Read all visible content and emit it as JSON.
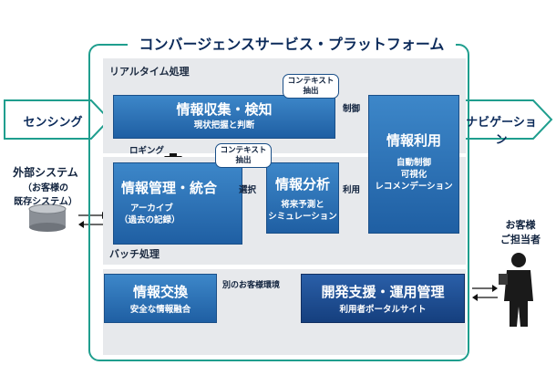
{
  "platform": {
    "title": "コンバージェンスサービス・プラットフォーム"
  },
  "bands": {
    "realtime": "リアルタイム処理",
    "batch": "バッチ処理"
  },
  "inputs": {
    "sensing": "センシング",
    "navigation": "ナビゲーション"
  },
  "external_system": {
    "title": "外部システム",
    "sub1": "（お客様の",
    "sub2": "既存システム）"
  },
  "customer": {
    "line1": "お客様",
    "line2": "ご担当者"
  },
  "boxes": {
    "collect": {
      "title": "情報収集・検知",
      "sub": "現状把握と判断"
    },
    "use": {
      "title": "情報利用",
      "sub1": "自動制御",
      "sub2": "可視化",
      "sub3": "レコメンデーション"
    },
    "manage": {
      "title": "情報管理・統合",
      "sub1": "アーカイブ",
      "sub2": "（過去の記録）"
    },
    "analysis": {
      "title": "情報分析",
      "sub1": "将来予測と",
      "sub2": "シミュレーション"
    },
    "exchange": {
      "title": "情報交換",
      "sub": "安全な情報融合"
    },
    "devops": {
      "title": "開発支援・運用管理",
      "sub": "利用者ポータルサイト"
    }
  },
  "context_labels": {
    "top": {
      "line1": "コンテキスト",
      "line2": "抽出"
    },
    "mid": {
      "line1": "コンテキスト",
      "line2": "抽出"
    }
  },
  "arrow_labels": {
    "control": "制御",
    "logging": "ロギング",
    "select": "選択",
    "use": "利用"
  },
  "other_env": "別のお客様環境",
  "colors": {
    "teal_frame": "#1f9e8e",
    "box_blue": "#2a6fb8",
    "box_navy": "#153f7e",
    "band_gray": "#e7e9ec",
    "chevron_fill": "#ffffff"
  }
}
